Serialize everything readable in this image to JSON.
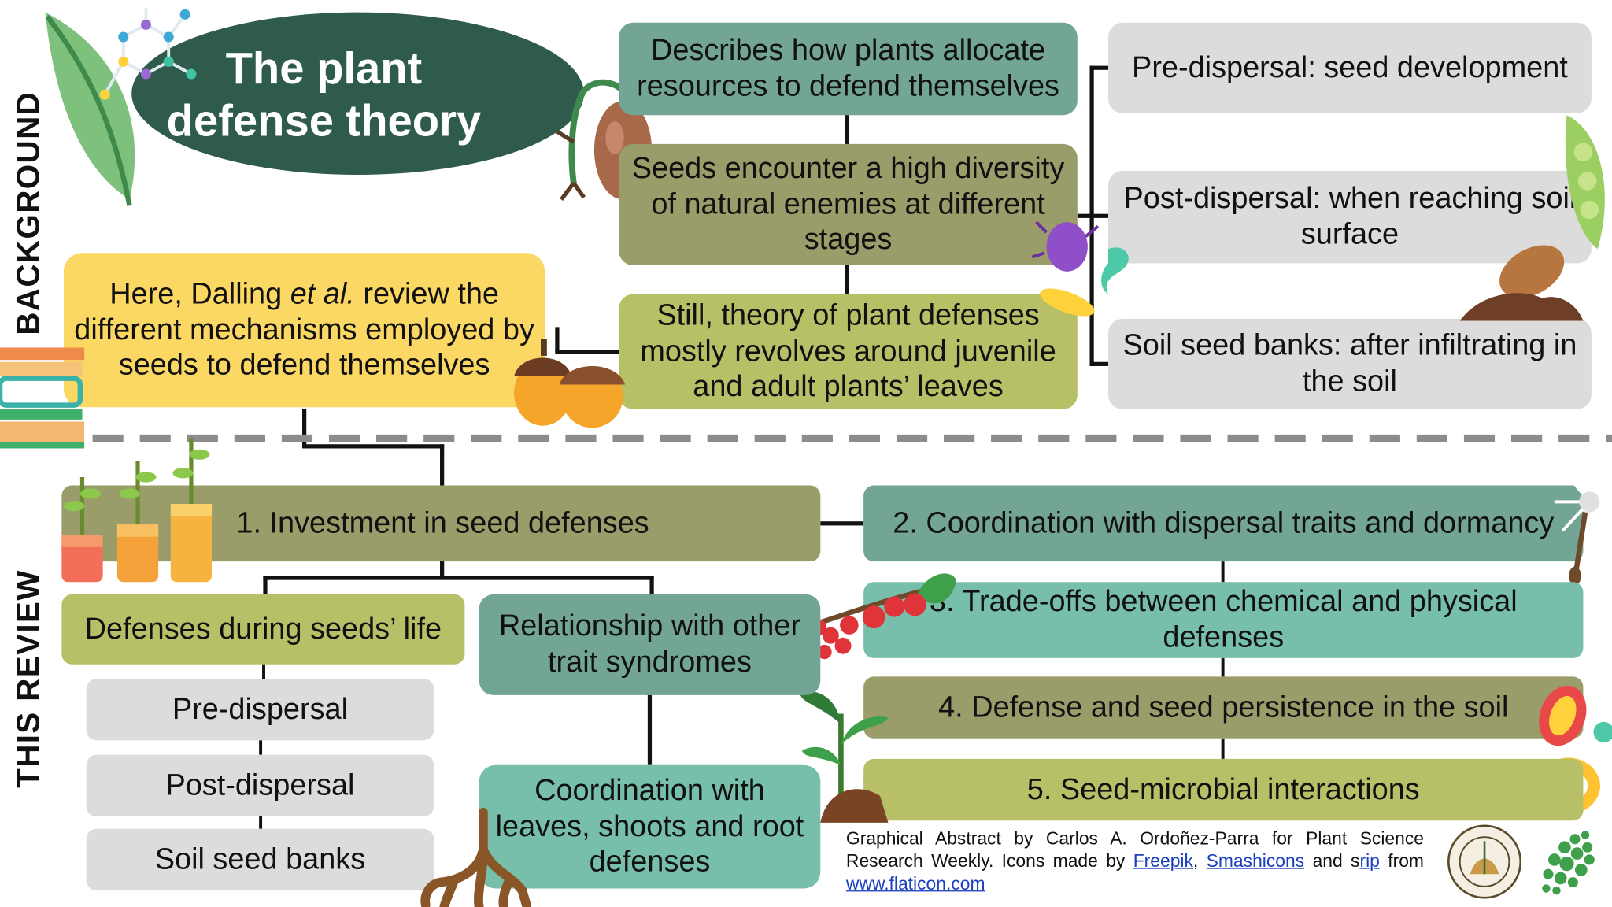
{
  "title": "The plant defense theory",
  "sections": {
    "background": "BACKGROUND",
    "this_review": "THIS REVIEW"
  },
  "background": {
    "describes": "Describes how plants allocate resources to defend themselves",
    "enemies": "Seeds encounter a high diversity of natural enemies at different stages",
    "still": "Still, theory of plant defenses mostly revolves around juvenile and adult plants’ leaves",
    "stages": [
      "Pre-dispersal: seed development",
      "Post-dispersal: when reaching soil surface",
      "Soil seed banks: after infiltrating in the soil"
    ],
    "intro_prefix": "Here, Dalling ",
    "intro_italic": "et al.",
    "intro_suffix": " review the different mechanisms employed by seeds to defend themselves"
  },
  "review": {
    "investment": "1. Investment in seed defenses",
    "coordination": "2. Coordination with dispersal traits and dormancy",
    "tradeoffs": "3. Trade-offs between chemical and physical defenses",
    "persistence": "4. Defense and seed persistence in the soil",
    "microbial": "5. Seed-microbial interactions",
    "defenses_life": "Defenses during seeds’ life",
    "stages": [
      "Pre-dispersal",
      "Post-dispersal",
      "Soil seed banks"
    ],
    "relationship": "Relationship with other trait syndromes",
    "coordination_leaves": "Coordination with leaves, shoots and root defenses"
  },
  "credit": {
    "line": "Graphical Abstract by Carlos A. Ordoñez-Parra for Plant Science Research Weekly. Icons made by ",
    "link1": "Freepik",
    "sep": ", ",
    "link2": "Smashicons",
    "and": " and s",
    "link3": "rip",
    "from": " from ",
    "site": "www.flaticon.com"
  },
  "colors": {
    "olive": "#9a9d6a",
    "lime": "#b8c067",
    "teal": "#72a595",
    "mint": "#77bfab",
    "grey": "#dcdcdc",
    "yellow": "#fbd763",
    "title_bg": "#2f5b4d"
  }
}
